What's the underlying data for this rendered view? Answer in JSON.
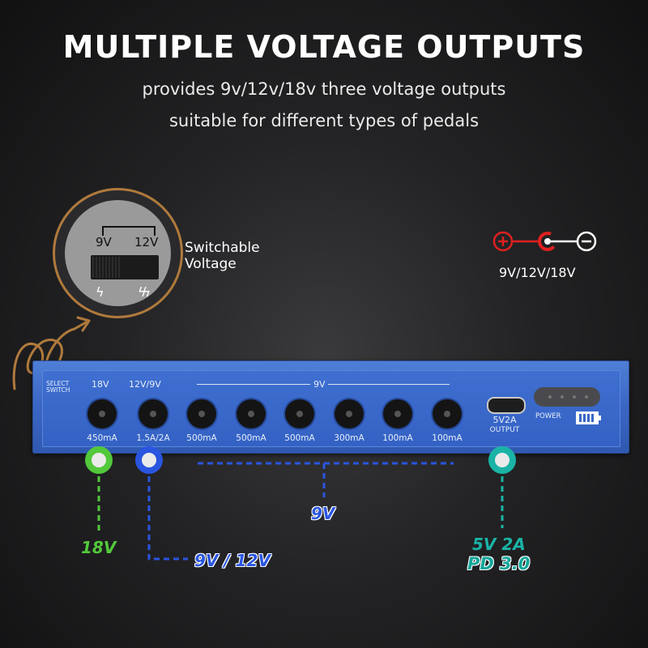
{
  "header": {
    "title": "MULTIPLE VOLTAGE OUTPUTS",
    "subtitle_line1": "provides 9v/12v/18v three voltage outputs",
    "subtitle_line2": "suitable for different types of pedals"
  },
  "switch_callout": {
    "label_9v": "9V",
    "label_12v": "12V",
    "label_line1": "Switchable",
    "label_line2": "Voltage"
  },
  "polarity": {
    "label": "9V/12V/18V",
    "plus_color": "#e02020",
    "minus_color": "#ffffff"
  },
  "device": {
    "select_switch_line1": "SELECT",
    "select_switch_line2": "SWITCH",
    "col_18v": "18V",
    "col_12v9v": "12V/9V",
    "col_9v": "9V",
    "currents": [
      "450mA",
      "1.5A/2A",
      "500mA",
      "500mA",
      "500mA",
      "300mA",
      "100mA",
      "100mA"
    ],
    "usb_label_line1": "5V2A",
    "usb_label_line2": "OUTPUT",
    "power_label": "POWER",
    "body_color": "#3a66c4"
  },
  "outputs": {
    "label_18v": "18V",
    "label_9v12v": "9V / 12V",
    "label_9v": "9V",
    "label_5v2a": "5V 2A",
    "label_pd": "PD 3.0",
    "color_18v": "#52c83a",
    "color_9v": "#2a55e0",
    "color_usb": "#1ab3a6"
  }
}
